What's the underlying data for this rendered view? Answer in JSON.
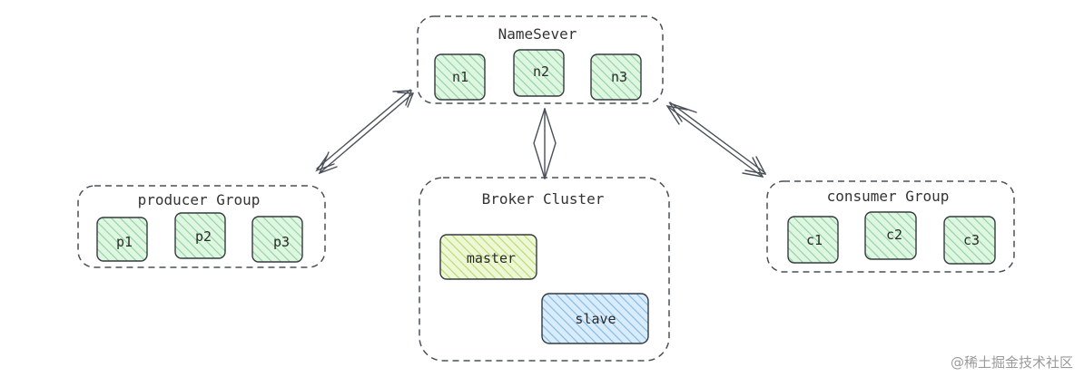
{
  "colors": {
    "node_green": "#b2f2bb",
    "master_fill": "#d8f5a2",
    "slave_fill": "#a5d8ff",
    "stroke": "#343a40",
    "group_stroke": "#495057"
  },
  "groups": {
    "nameserver": {
      "title": "NameSever",
      "nodes": [
        "n1",
        "n2",
        "n3"
      ]
    },
    "producer": {
      "title": "producer Group",
      "nodes": [
        "p1",
        "p2",
        "p3"
      ]
    },
    "consumer": {
      "title": "consumer Group",
      "nodes": [
        "c1",
        "c2",
        "c3"
      ]
    },
    "broker": {
      "title": "Broker Cluster",
      "nodes": [
        "master",
        "slave"
      ]
    }
  },
  "watermark": "@稀土掘金技术社区"
}
